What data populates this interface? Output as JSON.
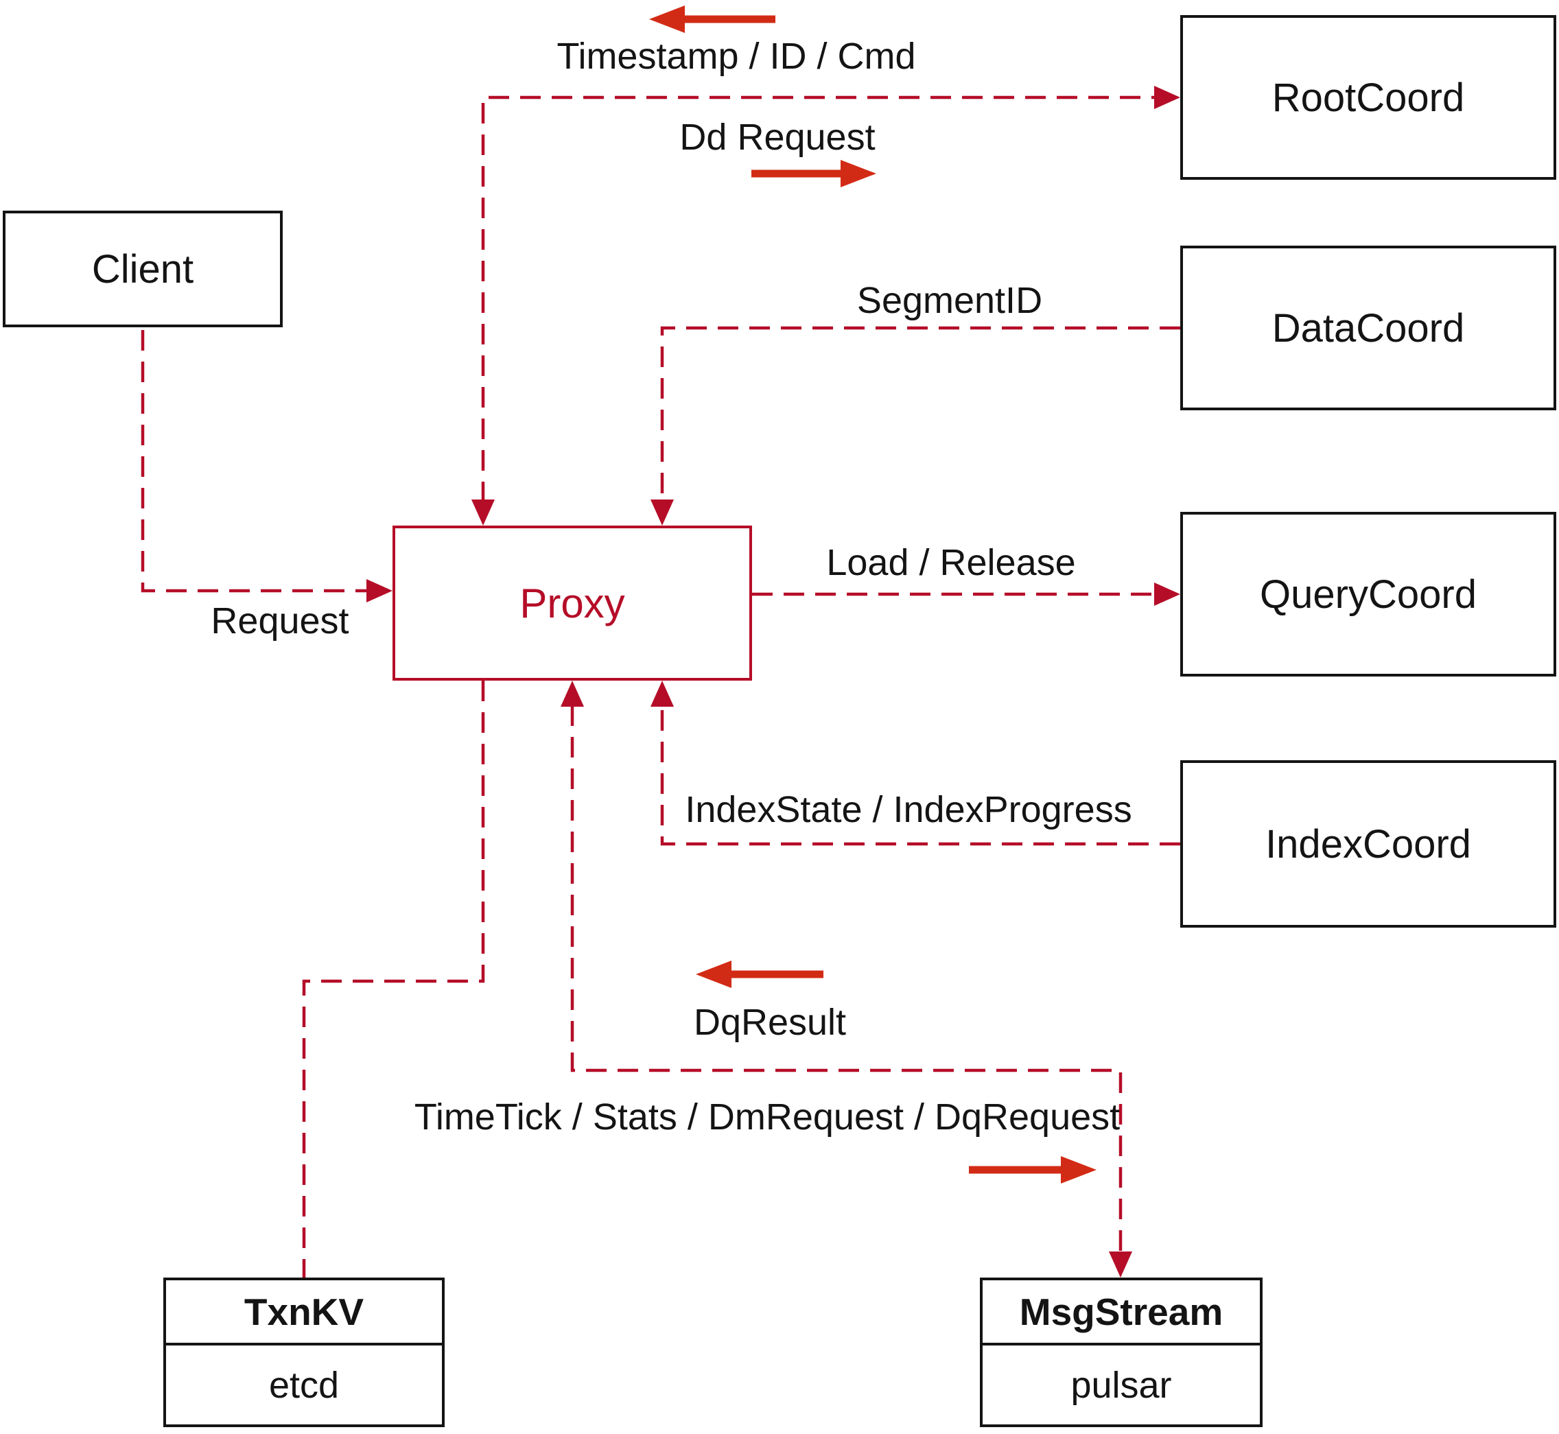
{
  "nodes": {
    "client": {
      "label": "Client"
    },
    "proxy": {
      "label": "Proxy"
    },
    "root_coord": {
      "label": "RootCoord"
    },
    "data_coord": {
      "label": "DataCoord"
    },
    "query_coord": {
      "label": "QueryCoord"
    },
    "index_coord": {
      "label": "IndexCoord"
    },
    "txn_kv": {
      "title": "TxnKV",
      "impl": "etcd"
    },
    "msg_stream": {
      "title": "MsgStream",
      "impl": "pulsar"
    }
  },
  "labels": {
    "timestamp_id_cmd": "Timestamp / ID / Cmd",
    "dd_request": "Dd Request",
    "segment_id": "SegmentID",
    "load_release": "Load / Release",
    "request": "Request",
    "index_state": "IndexState / IndexProgress",
    "dq_result": "DqResult",
    "time_tick": "TimeTick / Stats / DmRequest / DqRequest"
  },
  "edges": [
    {
      "from": "Client",
      "to": "Proxy",
      "label_key": "request",
      "bidirectional": false
    },
    {
      "from": "Proxy",
      "to": "RootCoord",
      "label_keys": [
        "timestamp_id_cmd",
        "dd_request"
      ],
      "bidirectional": true
    },
    {
      "from": "DataCoord",
      "to": "Proxy",
      "label_key": "segment_id",
      "bidirectional": false
    },
    {
      "from": "Proxy",
      "to": "QueryCoord",
      "label_key": "load_release",
      "bidirectional": false
    },
    {
      "from": "IndexCoord",
      "to": "Proxy",
      "label_key": "index_state",
      "bidirectional": false
    },
    {
      "from": "Proxy",
      "to": "TxnKV",
      "label_key": null,
      "bidirectional": false
    },
    {
      "from": "Proxy",
      "to": "MsgStream",
      "label_keys": [
        "dq_result",
        "time_tick"
      ],
      "bidirectional": true
    }
  ],
  "colors": {
    "dashed_line_crimson": "#b50d28",
    "solid_arrow_red": "#d22b15",
    "box_border_black": "#141414",
    "text_black": "#141414",
    "background": "#ffffff"
  }
}
